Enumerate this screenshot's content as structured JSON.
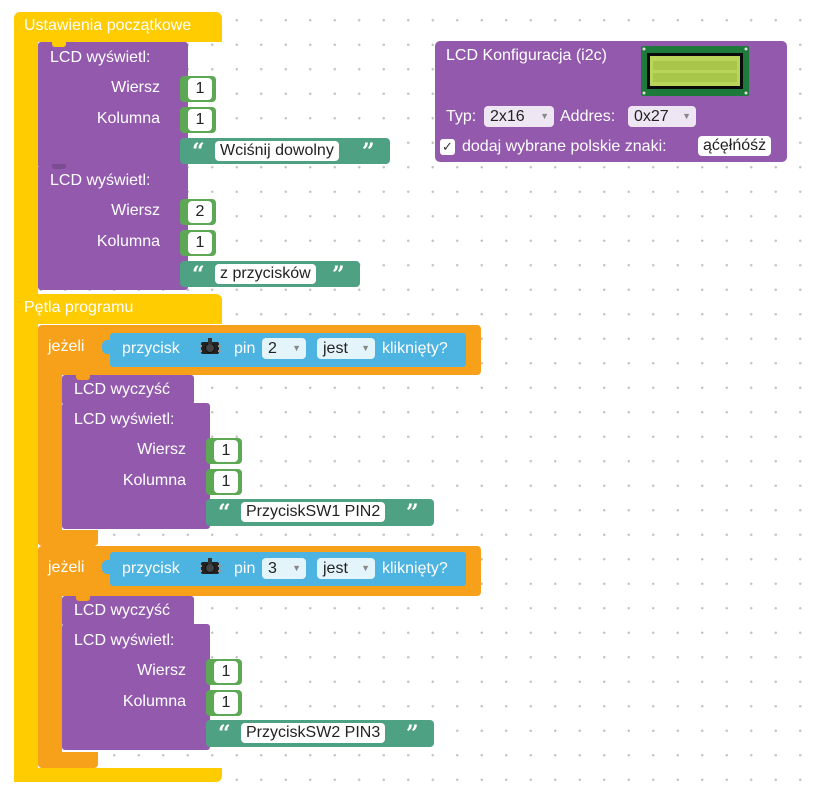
{
  "setup": {
    "title": "Ustawienia początkowe",
    "display1": {
      "label": "LCD wyświetl:",
      "row_label": "Wiersz",
      "row": "1",
      "col_label": "Kolumna",
      "col": "1",
      "text": "Wciśnij dowolny"
    },
    "display2": {
      "label": "LCD wyświetl:",
      "row_label": "Wiersz",
      "row": "2",
      "col_label": "Kolumna",
      "col": "1",
      "text": "z przycisków"
    }
  },
  "loop": {
    "title": "Pętla programu",
    "if1": {
      "if_label": "jeżeli",
      "button_label": "przycisk",
      "pin_label": "pin",
      "pin": "2",
      "state": "jest",
      "clicked_label": "kliknięty?",
      "clear_label": "LCD wyczyść",
      "display": {
        "label": "LCD wyświetl:",
        "row_label": "Wiersz",
        "row": "1",
        "col_label": "Kolumna",
        "col": "1",
        "text": "PrzyciskSW1 PIN2"
      }
    },
    "if2": {
      "if_label": "jeżeli",
      "button_label": "przycisk",
      "pin_label": "pin",
      "pin": "3",
      "state": "jest",
      "clicked_label": "kliknięty?",
      "clear_label": "LCD wyczyść",
      "display": {
        "label": "LCD wyświetl:",
        "row_label": "Wiersz",
        "row": "1",
        "col_label": "Kolumna",
        "col": "1",
        "text": "PrzyciskSW2 PIN3"
      }
    }
  },
  "lcd_config": {
    "title": "LCD Konfiguracja (i2c)",
    "type_label": "Typ:",
    "type": "2x16",
    "address_label": "Addres:",
    "address": "0x27",
    "checkbox_checked": true,
    "checkbox_mark": "✓",
    "polish_label": "dodaj wybrane polskie znaki:",
    "polish_chars": "ąćęłńóśż"
  },
  "colors": {
    "setup": "#fecc00",
    "lcd": "#9259ac",
    "if": "#f7a01a",
    "number": "#5da854",
    "text": "#4fa184",
    "button": "#4db3e0",
    "lcd_screen": "#b9d65a"
  }
}
